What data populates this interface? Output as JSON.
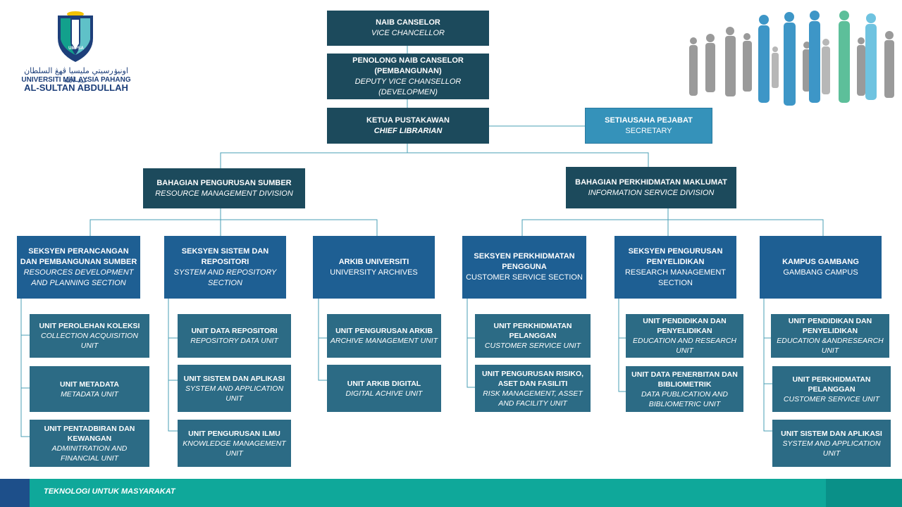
{
  "logo": {
    "badge": "UMPSA",
    "arabic": "اونيۏرسيتي مليسيا ڤهڠ السلطان عبد الله",
    "line1": "UNIVERSITI MALAYSIA PAHANG",
    "line2": "AL-SULTAN ABDULLAH"
  },
  "top": {
    "vc": {
      "title": "NAIB CANSELOR",
      "sub": "VICE CHANCELLOR"
    },
    "dvc": {
      "title": "PENOLONG NAIB CANSELOR (PEMBANGUNAN)",
      "sub": "DEPUTY VICE CHANSELLOR (DEVELOPMEN)"
    },
    "chief": {
      "title": "KETUA PUSTAKAWAN",
      "sub": "CHIEF LIBRARIAN"
    },
    "secretary": {
      "title": "SETIAUSAHA PEJABAT",
      "sub": "SECRETARY"
    }
  },
  "divisions": {
    "rmd": {
      "title": "BAHAGIAN PENGURUSAN SUMBER",
      "sub": "RESOURCE MANAGEMENT DIVISION"
    },
    "isd": {
      "title": "BAHAGIAN PERKHIDMATAN MAKLUMAT",
      "sub": "INFORMATION SERVICE DIVISION"
    }
  },
  "sections": {
    "s1": {
      "title": "SEKSYEN PERANCANGAN DAN PEMBANGUNAN SUMBER",
      "sub": "RESOURCES DEVELOPMENT AND PLANNING SECTION"
    },
    "s2": {
      "title": "SEKSYEN SISTEM DAN REPOSITORI",
      "sub": "SYSTEM AND REPOSITORY SECTION"
    },
    "s3": {
      "title": "ARKIB UNIVERSITI",
      "sub": "UNIVERSITY ARCHIVES"
    },
    "s4": {
      "title": "SEKSYEN PERKHIDMATAN PENGGUNA",
      "sub": "CUSTOMER SERVICE SECTION"
    },
    "s5": {
      "title": "SEKSYEN PENGURUSAN PENYELIDIKAN",
      "sub": "RESEARCH MANAGEMENT SECTION"
    },
    "s6": {
      "title": "KAMPUS GAMBANG",
      "sub": "GAMBANG CAMPUS"
    }
  },
  "units": {
    "u1a": {
      "title": "UNIT PEROLEHAN KOLEKSI",
      "sub": "COLLECTION ACQUISITION UNIT"
    },
    "u1b": {
      "title": "UNIT METADATA",
      "sub": "METADATA UNIT"
    },
    "u1c": {
      "title": "UNIT PENTADBIRAN DAN KEWANGAN",
      "sub": "ADMINITRATION AND FINANCIAL UNIT"
    },
    "u2a": {
      "title": "UNIT DATA REPOSITORI",
      "sub": "REPOSITORY DATA UNIT"
    },
    "u2b": {
      "title": "UNIT SISTEM DAN APLIKASI",
      "sub": "SYSTEM AND APPLICATION UNIT"
    },
    "u2c": {
      "title": "UNIT PENGURUSAN ILMU",
      "sub": "KNOWLEDGE MANAGEMENT UNIT"
    },
    "u3a": {
      "title": "UNIT PENGURUSAN ARKIB",
      "sub": "ARCHIVE MANAGEMENT UNIT"
    },
    "u3b": {
      "title": "UNIT ARKIB DIGITAL",
      "sub": "DIGITAL ACHIVE UNIT"
    },
    "u4a": {
      "title": "UNIT PERKHIDMATAN PELANGGAN",
      "sub": "CUSTOMER SERVICE UNIT"
    },
    "u4b": {
      "title": "UNIT PENGURUSAN RISIKO, ASET DAN FASILITI",
      "sub": "RISK MANAGEMENT, ASSET AND FACILITY UNIT"
    },
    "u5a": {
      "title": "UNIT PENDIDIKAN DAN PENYELIDIKAN",
      "sub": "EDUCATION AND RESEARCH UNIT"
    },
    "u5b": {
      "title": "UNIT DATA PENERBITAN DAN BIBLIOMETRIK",
      "sub": "DATA PUBLICATION AND BIBLIOMETRIC UNIT"
    },
    "u6a": {
      "title": "UNIT PENDIDIKAN DAN PENYELIDIKAN",
      "sub": "EDUCATION &ANDRESEARCH UNIT"
    },
    "u6b": {
      "title": "UNIT PERKHIDMATAN PELANGGAN",
      "sub": "CUSTOMER SERVICE UNIT"
    },
    "u6c": {
      "title": "UNIT SISTEM DAN APLIKASI",
      "sub": "SYSTEM AND APPLICATION UNIT"
    }
  },
  "footer": {
    "text": "TEKNOLOGI UNTUK MASYARAKAT"
  },
  "colors": {
    "dark": "#1c4a5c",
    "section": "#1e5f93",
    "unit": "#2c6b85",
    "secretary": "#3592ba",
    "footer": "#0fa89a",
    "line": "#4a9fb5"
  }
}
